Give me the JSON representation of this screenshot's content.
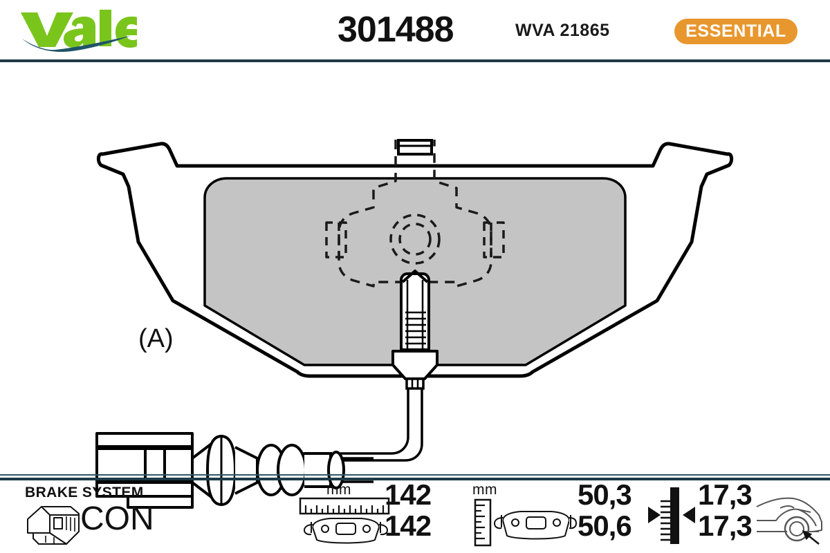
{
  "header": {
    "brand": "Valeo",
    "part_number": "301488",
    "wva_label": "WVA",
    "wva_code": "21865",
    "wva_full": "WVA 21865",
    "range_badge": "ESSENTIAL",
    "badge_color": "#E8972E",
    "brand_green": "#7AC51C",
    "brand_blue": "#1F5468",
    "divider_color": "#1F3A47"
  },
  "drawing": {
    "detail_callout": "(A)",
    "pad_fill_color": "#C4C4C4",
    "outline_color": "#000000"
  },
  "footer": {
    "brake_system": {
      "label": "BRAKE SYSTEM",
      "value": "CON"
    },
    "length": {
      "unit": "mm",
      "values": [
        "142",
        "142"
      ]
    },
    "height": {
      "unit": "mm",
      "values": [
        "50,3",
        "50,6"
      ]
    },
    "thickness": {
      "values": [
        "17,3",
        "17,3"
      ]
    },
    "axle": "front"
  }
}
